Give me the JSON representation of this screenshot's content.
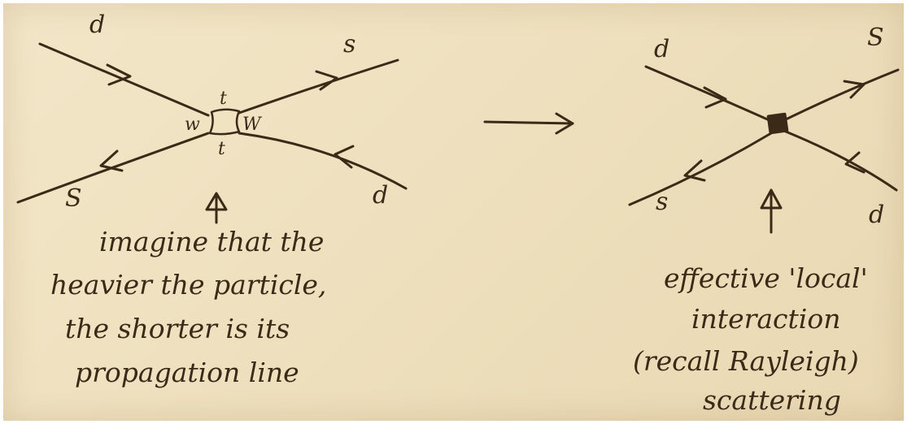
{
  "left_diagram": {
    "labels": {
      "d_in": "d",
      "s_out": "s",
      "s_bottom": "S",
      "d_bottom": "d",
      "t_top": "t",
      "t_bottom": "t",
      "w_left": "w",
      "w_right": "W"
    },
    "note": [
      "imagine that the",
      "heavier the particle,",
      "the shorter is its",
      "propagation line"
    ]
  },
  "arrow_between": "long-arrow-right-icon",
  "right_diagram": {
    "labels": {
      "d_in": "d",
      "s_out": "S",
      "s_bottom": "s",
      "d_bottom": "d"
    },
    "note": [
      "effective 'local'",
      "interaction",
      "(recall Rayleigh)",
      "scattering"
    ]
  },
  "colors": {
    "paper": "#efe1bf",
    "ink": "#3a2a17"
  }
}
